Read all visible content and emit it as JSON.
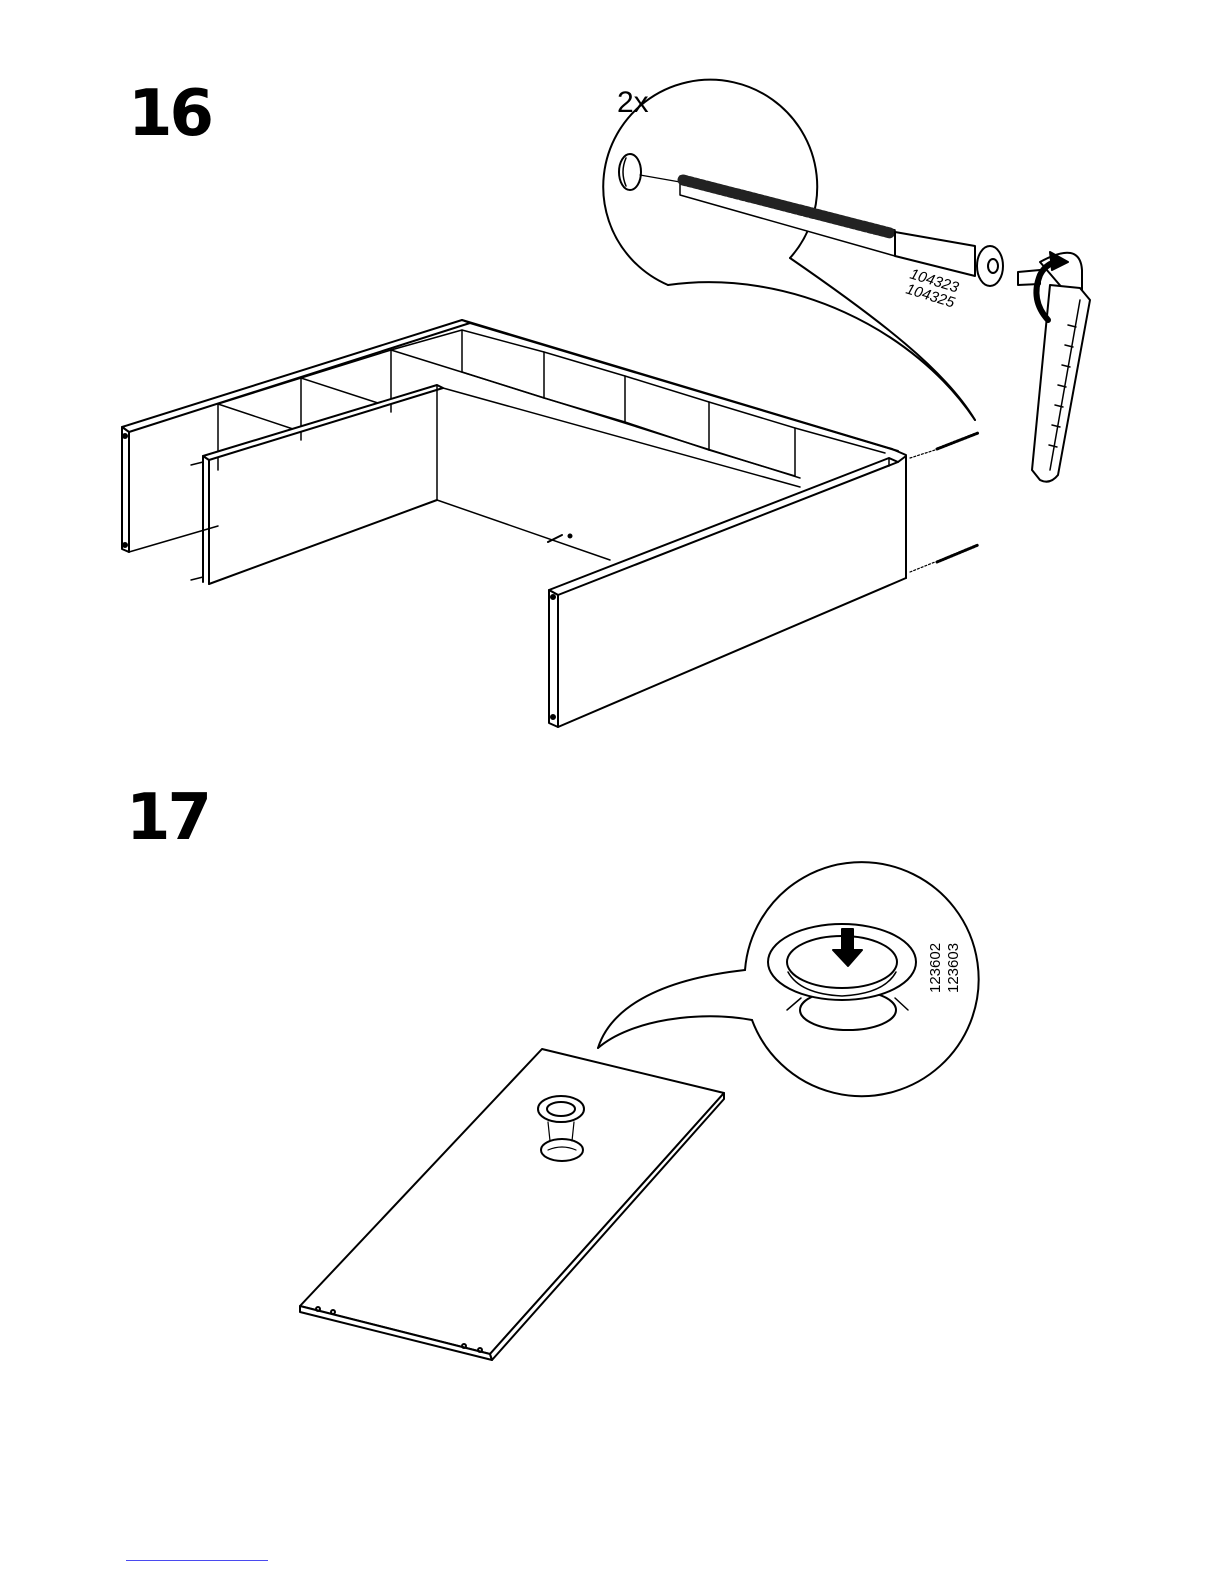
{
  "steps": [
    {
      "number": "16",
      "callout": {
        "quantity": "2x",
        "part_numbers": [
          "104323",
          "104325"
        ]
      }
    },
    {
      "number": "17",
      "callout": {
        "part_numbers": [
          "123602",
          "123603"
        ]
      }
    }
  ],
  "icons": [
    "screw-icon",
    "allen-key-icon",
    "rotate-arrow-icon",
    "grommet-icon",
    "down-arrow-icon"
  ]
}
